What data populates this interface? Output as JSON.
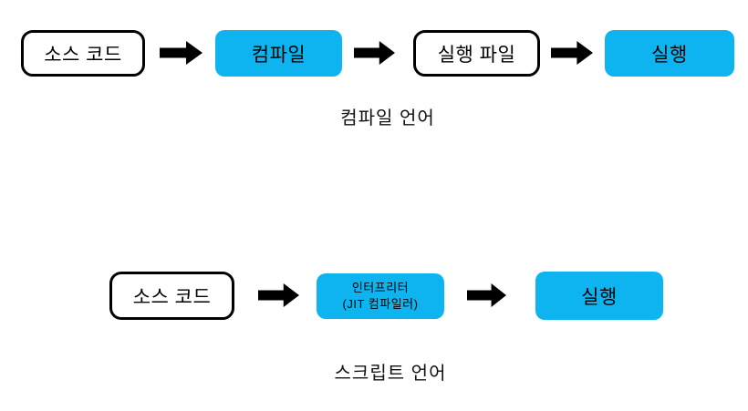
{
  "colors": {
    "accent_cyan": "#0db4f0",
    "box_border": "#000000",
    "text": "#000000"
  },
  "flow_compiled": {
    "caption": "컴파일 언어",
    "nodes": [
      {
        "label": "소스 코드",
        "style": "outlined"
      },
      {
        "label": "컴파일",
        "style": "filled"
      },
      {
        "label": "실행 파일",
        "style": "outlined"
      },
      {
        "label": "실행",
        "style": "filled"
      }
    ]
  },
  "flow_script": {
    "caption": "스크립트 언어",
    "nodes": [
      {
        "label": "소스 코드",
        "style": "outlined"
      },
      {
        "label": "인터프리터",
        "label_line2": "(JIT 컴파일러)",
        "style": "filled"
      },
      {
        "label": "실행",
        "style": "filled"
      }
    ]
  }
}
